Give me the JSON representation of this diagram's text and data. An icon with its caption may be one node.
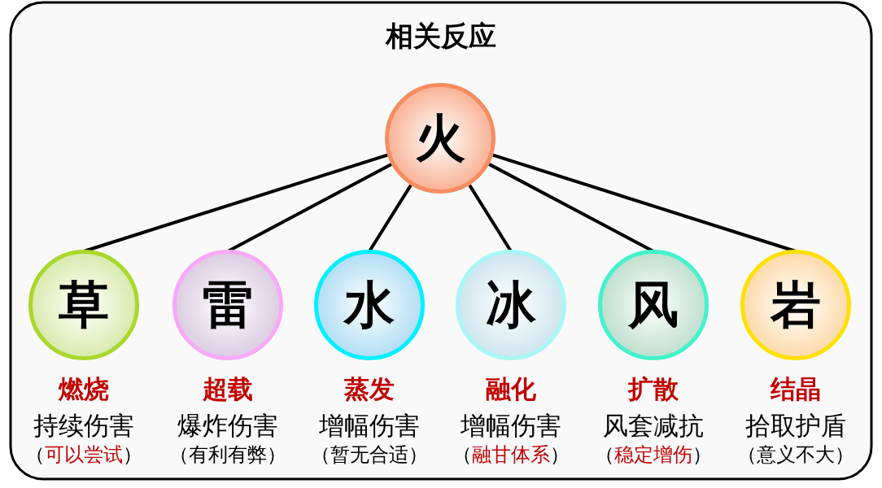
{
  "diagram": {
    "title": "相关反应",
    "nodes": [
      {
        "text": [
          "火"
        ]
      },
      {
        "text": [
          "草"
        ],
        "beside": [
          "燃烧",
          "持续伤害",
          "（可以尝试）"
        ]
      },
      {
        "text": [
          "雷"
        ],
        "beside": [
          "超载",
          "爆炸伤害",
          "（有利有弊）"
        ]
      },
      {
        "text": [
          "水"
        ],
        "beside": [
          "蒸发",
          "增幅伤害",
          "（暂无合适）"
        ]
      },
      {
        "text": [
          "冰"
        ],
        "beside": [
          "融化",
          "增幅伤害",
          "（融甘体系）"
        ]
      },
      {
        "text": [
          "风"
        ],
        "beside": [
          "扩散",
          "风套减抗",
          "（稳定增伤）"
        ]
      },
      {
        "text": [
          "岩"
        ],
        "beside": [
          "结晶",
          "拾取护盾",
          "（意义不大）"
        ]
      }
    ],
    "edges": [
      {
        "from": 0,
        "to": 1,
        "arrow": "none"
      },
      {
        "from": 0,
        "to": 2,
        "arrow": "none"
      },
      {
        "from": 0,
        "to": 3,
        "arrow": "none"
      },
      {
        "from": 0,
        "to": 4,
        "arrow": "none"
      },
      {
        "from": 0,
        "to": 5,
        "arrow": "none"
      },
      {
        "from": 0,
        "to": 6,
        "arrow": "none"
      }
    ]
  }
}
